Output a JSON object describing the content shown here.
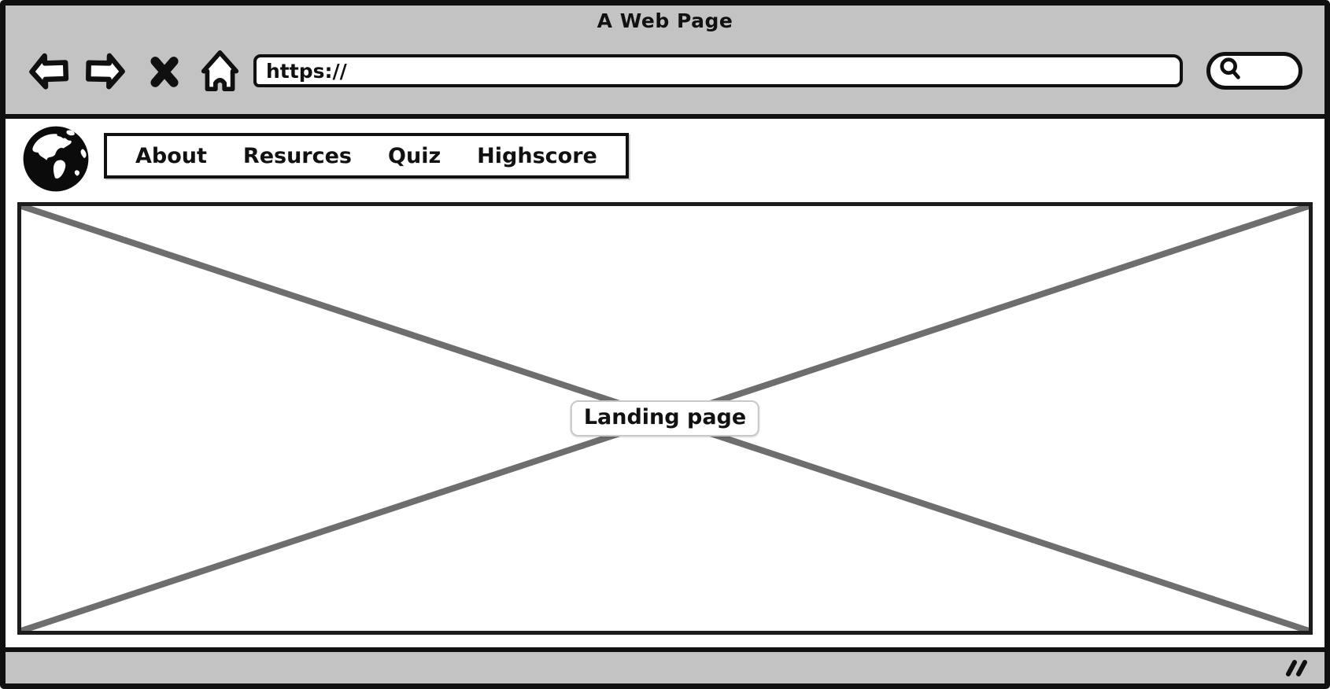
{
  "window": {
    "title": "A Web Page"
  },
  "toolbar": {
    "url_value": "https://",
    "back_tooltip": "Back",
    "forward_tooltip": "Forward",
    "stop_tooltip": "Stop",
    "home_tooltip": "Home"
  },
  "nav": {
    "items": [
      {
        "label": "About"
      },
      {
        "label": "Resurces"
      },
      {
        "label": "Quiz"
      },
      {
        "label": "Highscore"
      }
    ]
  },
  "main": {
    "placeholder_label": "Landing page"
  },
  "icons": {
    "back": "left-block-arrow",
    "forward": "right-block-arrow",
    "stop": "bold-x-cross",
    "home": "house-outline",
    "search": "magnifier",
    "logo": "globe-americas",
    "resize": "double-slash-grip"
  },
  "colors": {
    "chrome_gray": "#c3c3c3",
    "outline_black": "#101010",
    "cross_gray": "#6e6e6e",
    "label_border": "#c8c8c8"
  }
}
